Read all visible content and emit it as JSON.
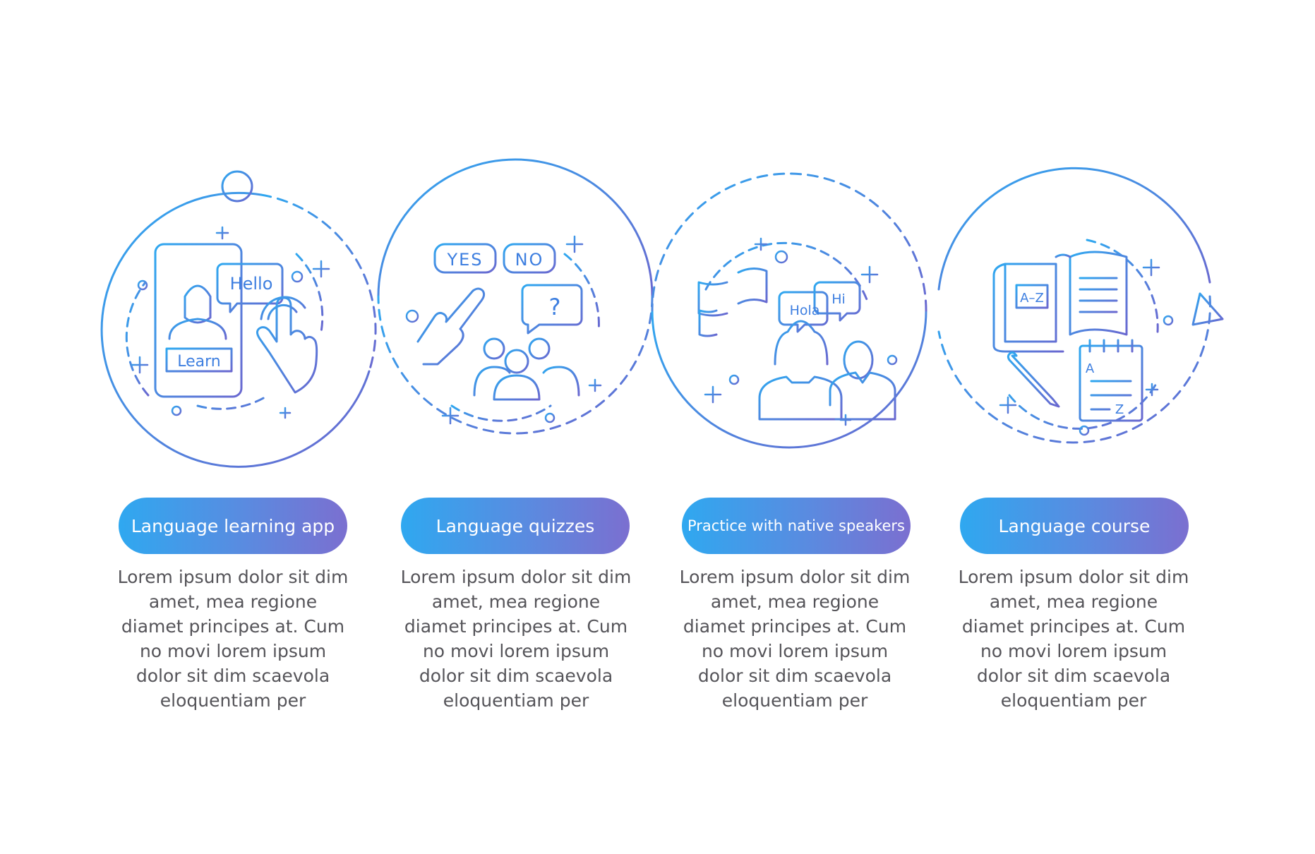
{
  "steps": [
    {
      "title": "Language learning app",
      "icon": "mobile-learning-icon",
      "bubble": "Hello",
      "button": "Learn",
      "description": "Lorem ipsum dolor sit dim amet, mea regione diamet principes at. Cum no movi lorem ipsum dolor sit dim scaevola eloquentiam per"
    },
    {
      "title": "Language quizzes",
      "icon": "quiz-group-icon",
      "yes": "YES",
      "no": "NO",
      "question": "?",
      "description": "Lorem ipsum dolor sit dim amet, mea regione diamet principes at. Cum no movi lorem ipsum dolor sit dim scaevola eloquentiam per"
    },
    {
      "title": "Practice with native speakers",
      "icon": "native-speakers-icon",
      "hola": "Hola",
      "hi": "Hi",
      "description": "Lorem ipsum dolor sit dim amet, mea regione diamet principes at. Cum no movi lorem ipsum dolor sit dim scaevola eloquentiam per"
    },
    {
      "title": "Language course",
      "icon": "course-books-icon",
      "az": "A–Z",
      "a": "A",
      "z": "Z",
      "description": "Lorem ipsum dolor sit dim amet, mea regione diamet principes at. Cum no movi lorem ipsum dolor sit dim scaevola eloquentiam per"
    }
  ],
  "colors": {
    "gradient_start": "#2fa8f0",
    "gradient_end": "#7b6fd0",
    "text": "#555459"
  }
}
